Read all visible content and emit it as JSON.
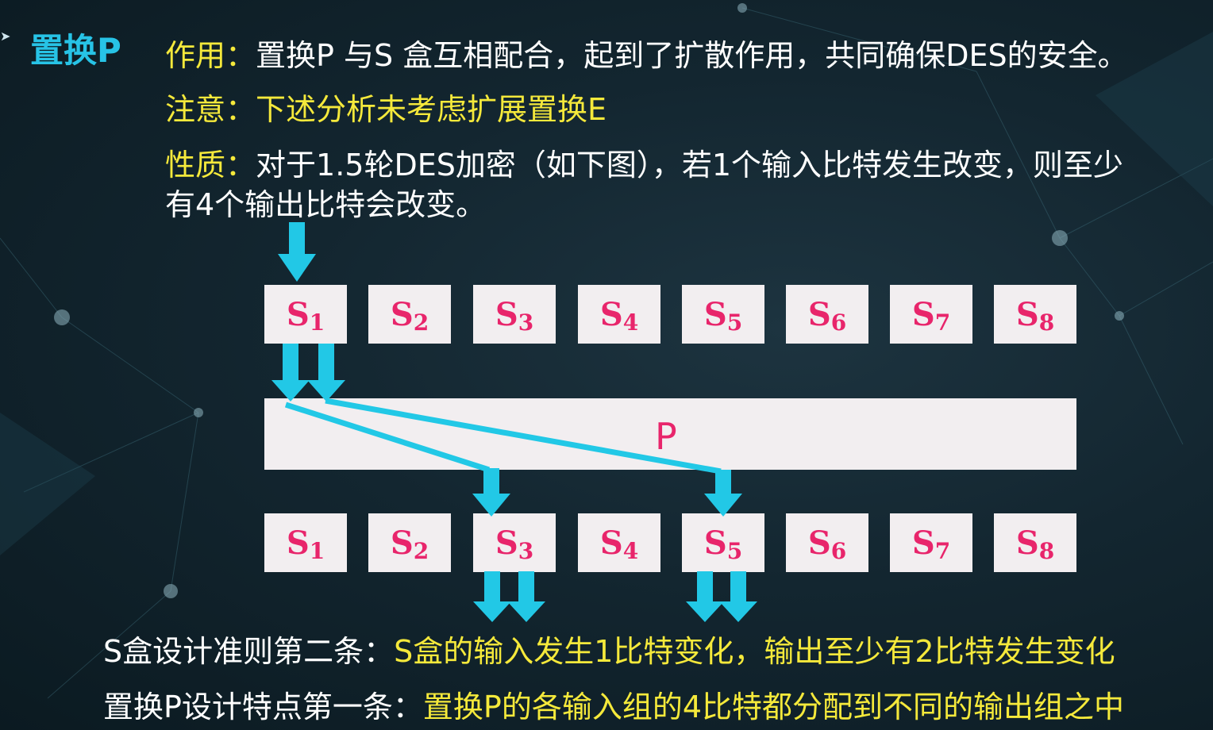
{
  "title": "置换P",
  "paragraphs": {
    "role_label": "作用：",
    "role_text": "置换P 与S 盒互相配合，起到了扩散作用，共同确保DES的安全。",
    "note_label": "注意：",
    "note_text": "下述分析未考虑扩展置换E",
    "property_label": "性质：",
    "property_text_line1": "对于1.5轮DES加密（如下图），若1个输入比特发生改变，则至少",
    "property_text_line2": "有4个输出比特会改变。"
  },
  "diagram": {
    "top_sboxes": [
      {
        "letter": "S",
        "sub": "1"
      },
      {
        "letter": "S",
        "sub": "2"
      },
      {
        "letter": "S",
        "sub": "3"
      },
      {
        "letter": "S",
        "sub": "4"
      },
      {
        "letter": "S",
        "sub": "5"
      },
      {
        "letter": "S",
        "sub": "6"
      },
      {
        "letter": "S",
        "sub": "7"
      },
      {
        "letter": "S",
        "sub": "8"
      }
    ],
    "bottom_sboxes": [
      {
        "letter": "S",
        "sub": "1"
      },
      {
        "letter": "S",
        "sub": "2"
      },
      {
        "letter": "S",
        "sub": "3"
      },
      {
        "letter": "S",
        "sub": "4"
      },
      {
        "letter": "S",
        "sub": "5"
      },
      {
        "letter": "S",
        "sub": "6"
      },
      {
        "letter": "S",
        "sub": "7"
      },
      {
        "letter": "S",
        "sub": "8"
      }
    ],
    "p_label": "P",
    "arrow_color": "#22c8e6",
    "box_text_color": "#e8256b"
  },
  "bottom": {
    "rule_label": "S盒设计准则第二条：",
    "rule_text": "S盒的输入发生1比特变化，输出至少有2比特发生变化",
    "feature_label": "置换P设计特点第一条：",
    "feature_text": "置换P的各输入组的4比特都分配到不同的输出组之中"
  }
}
